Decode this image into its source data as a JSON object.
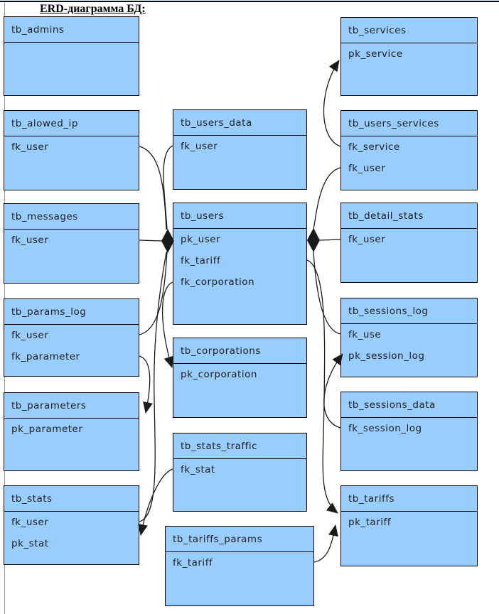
{
  "page": {
    "title": "ERD-диаграмма БД:"
  },
  "colors": {
    "entity_fill": "#99ccff",
    "line": "#1a1a1a",
    "top_rule": "#000045"
  },
  "entities": [
    {
      "name": "tb_admins",
      "fields": []
    },
    {
      "name": "tb_alowed_ip",
      "fields": [
        "fk_user"
      ]
    },
    {
      "name": "tb_messages",
      "fields": [
        "fk_user"
      ]
    },
    {
      "name": "tb_params_log",
      "fields": [
        "fk_user",
        "fk_parameter"
      ]
    },
    {
      "name": "tb_parameters",
      "fields": [
        "pk_parameter"
      ]
    },
    {
      "name": "tb_stats",
      "fields": [
        "fk_user",
        "pk_stat"
      ]
    },
    {
      "name": "tb_users_data",
      "fields": [
        "fk_user"
      ]
    },
    {
      "name": "tb_users",
      "fields": [
        "pk_user",
        "fk_tariff",
        "fk_corporation"
      ]
    },
    {
      "name": "tb_corporations",
      "fields": [
        "pk_corporation"
      ]
    },
    {
      "name": "tb_stats_traffic",
      "fields": [
        "fk_stat"
      ]
    },
    {
      "name": "tb_tariffs_params",
      "fields": [
        "fk_tariff"
      ]
    },
    {
      "name": "tb_services",
      "fields": [
        "pk_service"
      ]
    },
    {
      "name": "tb_users_services",
      "fields": [
        "fk_service",
        "fk_user"
      ]
    },
    {
      "name": "tb_detail_stats",
      "fields": [
        "fk_user"
      ]
    },
    {
      "name": "tb_sessions_log",
      "fields": [
        "fk_use",
        "pk_session_log"
      ]
    },
    {
      "name": "tb_sessions_data",
      "fields": [
        "fk_session_log"
      ]
    },
    {
      "name": "tb_tariffs",
      "fields": [
        "pk_tariff"
      ]
    }
  ],
  "relations": [
    {
      "from": "tb_alowed_ip.fk_user",
      "to": "tb_users.pk_user"
    },
    {
      "from": "tb_users_data.fk_user",
      "to": "tb_users.pk_user"
    },
    {
      "from": "tb_messages.fk_user",
      "to": "tb_users.pk_user"
    },
    {
      "from": "tb_params_log.fk_user",
      "to": "tb_users.pk_user"
    },
    {
      "from": "tb_stats.fk_user",
      "to": "tb_users.pk_user"
    },
    {
      "from": "tb_users_services.fk_user",
      "to": "tb_users.pk_user"
    },
    {
      "from": "tb_detail_stats.fk_user",
      "to": "tb_users.pk_user"
    },
    {
      "from": "tb_sessions_log.fk_use",
      "to": "tb_users.pk_user"
    },
    {
      "from": "tb_users.fk_corporation",
      "to": "tb_corporations.pk_corporation"
    },
    {
      "from": "tb_params_log.fk_parameter",
      "to": "tb_parameters.pk_parameter"
    },
    {
      "from": "tb_stats_traffic.fk_stat",
      "to": "tb_stats.pk_stat"
    },
    {
      "from": "tb_users_services.fk_service",
      "to": "tb_services.pk_service"
    },
    {
      "from": "tb_sessions_data.fk_session_log",
      "to": "tb_sessions_log.pk_session_log"
    },
    {
      "from": "tb_users.fk_tariff",
      "to": "tb_tariffs.pk_tariff"
    },
    {
      "from": "tb_tariffs_params.fk_tariff",
      "to": "tb_tariffs.pk_tariff"
    }
  ]
}
